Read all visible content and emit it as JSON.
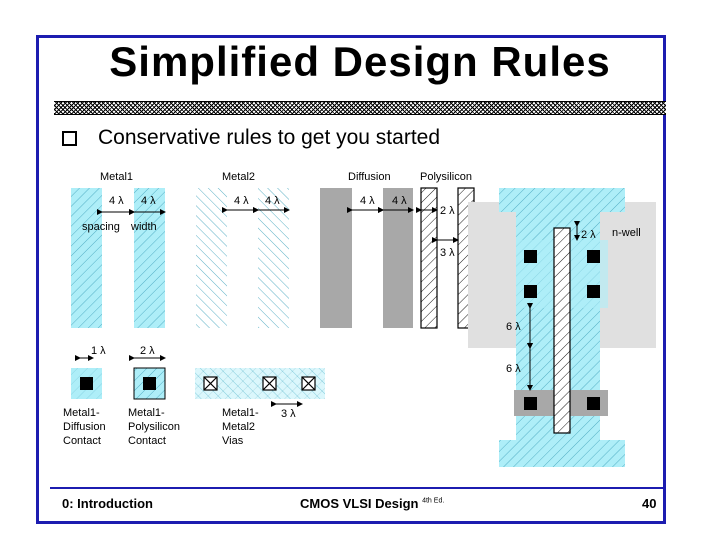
{
  "slide": {
    "title": "Simplified Design Rules",
    "bullet": "Conservative rules to get you started",
    "footer_left": "0: Introduction",
    "footer_center": "CMOS VLSI Design",
    "footer_edition": "4th Ed.",
    "footer_right": "40"
  },
  "diagram": {
    "metal1": {
      "label": "Metal1",
      "rule1": "4 λ",
      "rule2": "4 λ",
      "spacing": "spacing",
      "width": "width"
    },
    "metal2": {
      "label": "Metal2",
      "rule1": "4 λ",
      "rule2": "4 λ"
    },
    "diffusion": {
      "label": "Diffusion",
      "rule1": "4 λ",
      "rule2": "4 λ"
    },
    "polysilicon": {
      "label": "Polysilicon",
      "rule1": "2 λ",
      "rule2": "3 λ"
    },
    "contacts": {
      "rule_diff": "1 λ",
      "rule_poly": "2 λ",
      "rule_via": "3 λ",
      "diff_label": [
        "Metal1-",
        "Diffusion",
        "Contact"
      ],
      "poly_label": [
        "Metal1-",
        "Polysilicon",
        "Contact"
      ],
      "via_label": [
        "Metal1-",
        "Metal2",
        "Vias"
      ]
    },
    "transistor": {
      "nwell": "n-well",
      "rule_well": "2 λ",
      "rule_gap1": "6 λ",
      "rule_gap2": "6 λ"
    },
    "colors": {
      "metal1": "#aeeef8",
      "diffusion": "#a8a8a8",
      "nwell": "#e0e0e0",
      "frame": "#1c1cb0"
    }
  }
}
